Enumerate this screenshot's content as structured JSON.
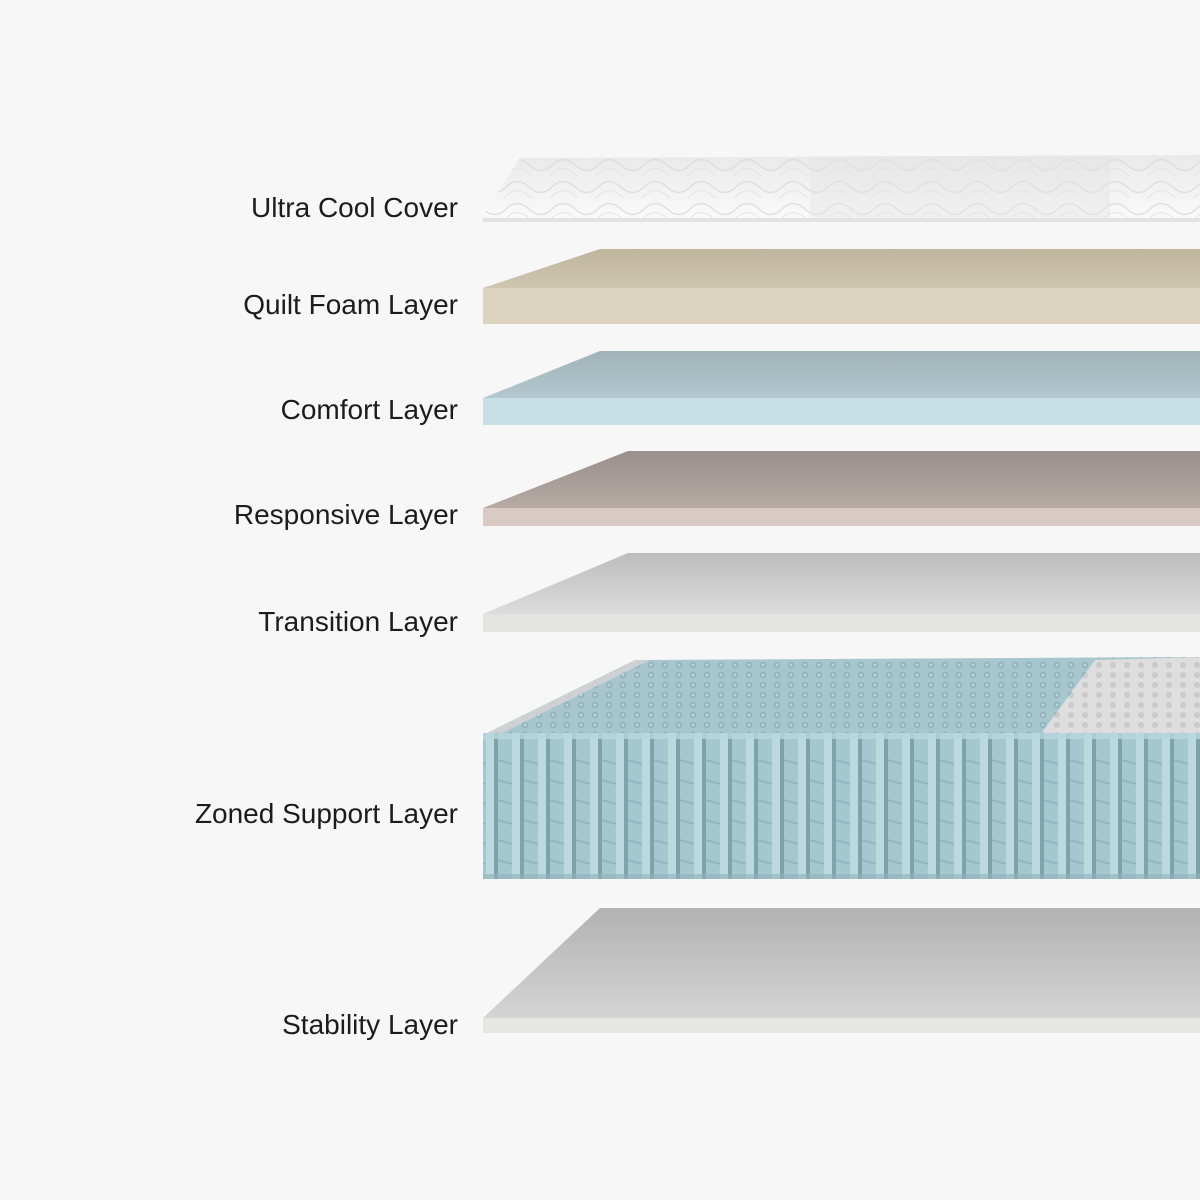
{
  "diagram": {
    "layers": [
      {
        "id": "cover",
        "label": "Ultra Cool Cover",
        "colors": {
          "top": "#f4f4f4",
          "edge": "#e6e6e6"
        }
      },
      {
        "id": "quilt-foam",
        "label": "Quilt Foam Layer",
        "colors": {
          "top": "#c9bfa7",
          "edge": "#ddd4bf"
        }
      },
      {
        "id": "comfort",
        "label": "Comfort Layer",
        "colors": {
          "top": "#a7bcc2",
          "edge": "#c7e0e6"
        }
      },
      {
        "id": "responsive",
        "label": "Responsive Layer",
        "colors": {
          "top": "#a59994",
          "edge": "#d9cac5"
        }
      },
      {
        "id": "transition",
        "label": "Transition Layer",
        "colors": {
          "top": "#c6c6c6",
          "edge": "#e3e3df"
        }
      },
      {
        "id": "zoned-support",
        "label": "Zoned Support Layer",
        "colors": {
          "top": "#9dbfc7",
          "edge": "#a9cdd6"
        }
      },
      {
        "id": "stability",
        "label": "Stability Layer",
        "colors": {
          "top": "#bdbdbd",
          "edge": "#e6e6e4"
        }
      }
    ]
  }
}
